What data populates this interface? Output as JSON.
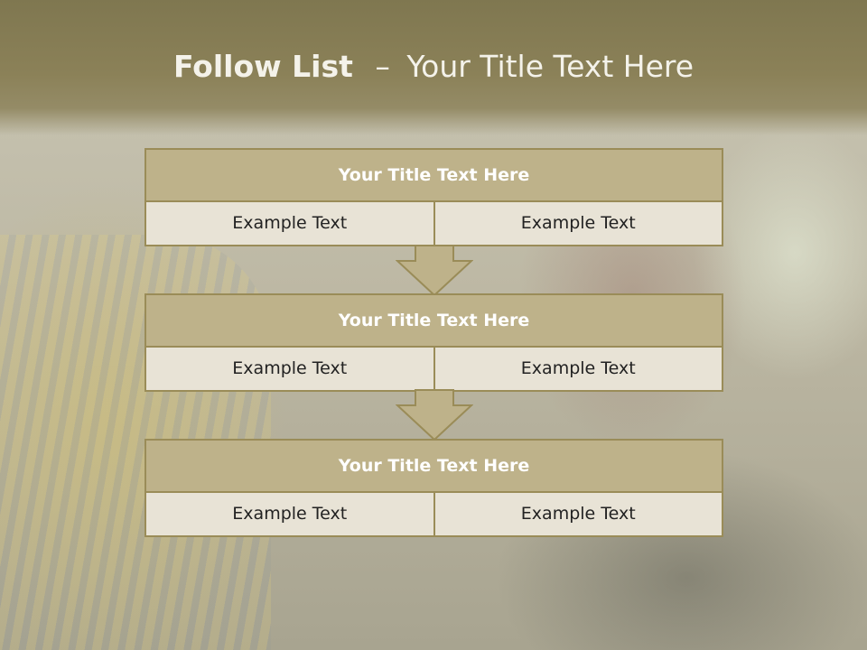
{
  "slide": {
    "title_bold": "Follow List",
    "title_separator": "–",
    "title_rest": "Your Title Text Here"
  },
  "blocks": [
    {
      "title": "Your Title Text Here",
      "left": "Example Text",
      "right": "Example Text"
    },
    {
      "title": "Your Title Text Here",
      "left": "Example Text",
      "right": "Example Text"
    },
    {
      "title": "Your Title Text Here",
      "left": "Example Text",
      "right": "Example Text"
    }
  ],
  "colors": {
    "header_band": "#857c53",
    "block_title_fill": "#beb28a",
    "block_body_fill": "#e8e3d6",
    "border": "#9a8c58",
    "arrow_fill": "#beb28a"
  },
  "icons": [
    "arrow-down-icon",
    "arrow-down-icon"
  ]
}
